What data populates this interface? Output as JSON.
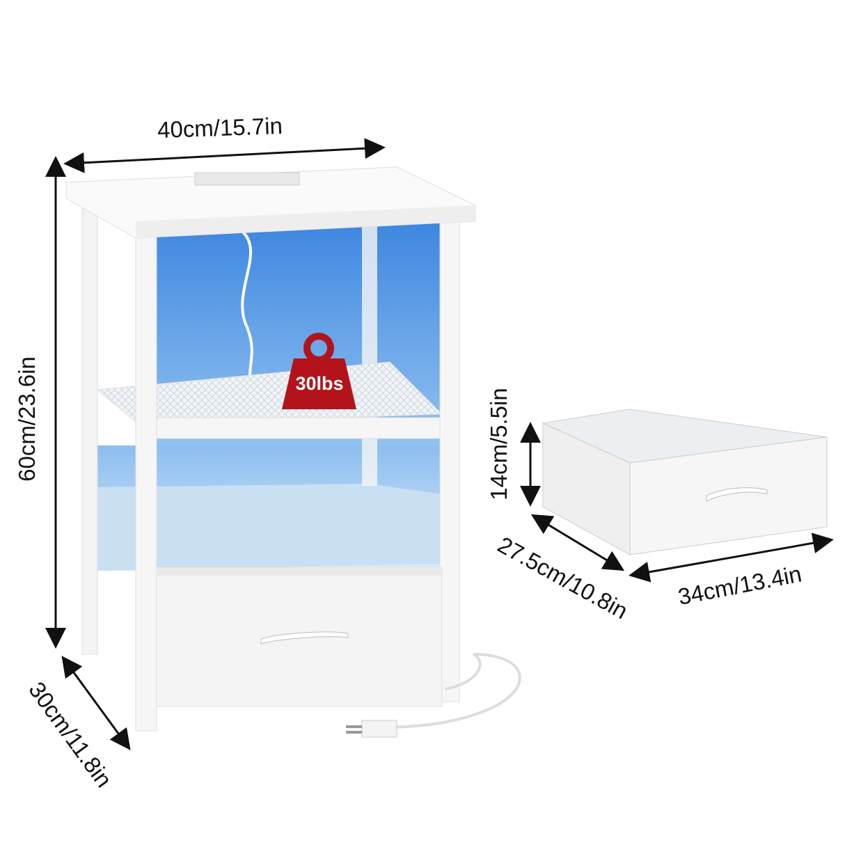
{
  "product": {
    "dimensions": {
      "table_width": "40cm/15.7in",
      "table_height": "60cm/23.6in",
      "table_depth": "30cm/11.8in",
      "drawer_height": "14cm/5.5in",
      "drawer_depth": "27.5cm/10.8in",
      "drawer_width": "34cm/13.4in"
    },
    "load_capacity": "30lbs",
    "colors": {
      "weight_badge": "#b3131b",
      "led_glow": "#4f94e6",
      "frame": "#f4f4f4"
    }
  }
}
